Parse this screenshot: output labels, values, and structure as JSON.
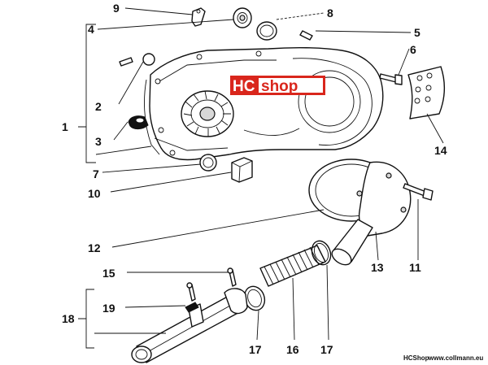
{
  "callouts": {
    "c1": "1",
    "c2": "2",
    "c3": "3",
    "c4": "4",
    "c5": "5",
    "c6": "6",
    "c7": "7",
    "c8": "8",
    "c9": "9",
    "c10": "10",
    "c11": "11",
    "c12": "12",
    "c13": "13",
    "c14": "14",
    "c15": "15",
    "c16": "16",
    "c17a": "17",
    "c17b": "17",
    "c18": "18",
    "c19": "19"
  },
  "logo": {
    "part_a": "HC",
    "part_b": "shop",
    "brand_red": "#d9261c"
  },
  "watermark": {
    "brand": "HCShop",
    "url": "www.collmann.eu"
  }
}
